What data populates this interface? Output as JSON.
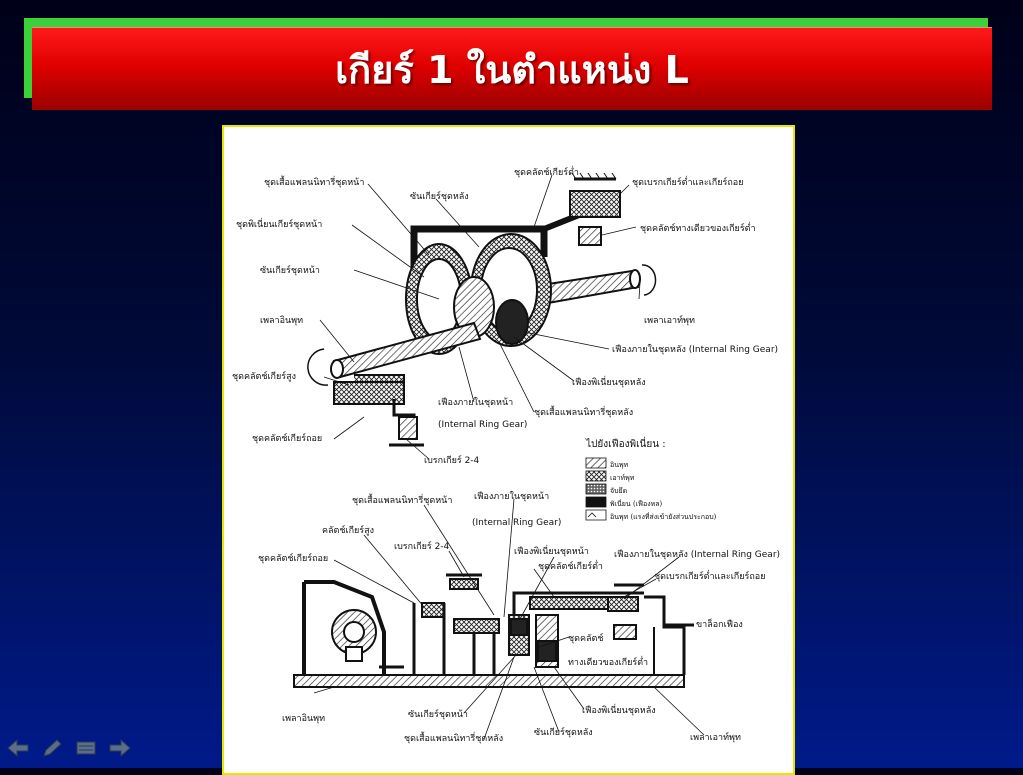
{
  "slide": {
    "title": "เกียร์ 1 ในตำแหน่ง L"
  },
  "diagram_top": {
    "labels": {
      "front_planetary_carrier": "ชุดเสื้อแพลนนิทารี่ชุดหน้า",
      "low_clutch": "ชุดคลัตช์เกียร์ต่ำ",
      "rear_sun_gear": "ซันเกียร์ชุดหลัง",
      "low_reverse_brake": "ชุดเบรกเกียร์ต่ำและเกียร์ถอย",
      "front_pinion": "ชุดพิเนี่ยนเกียร์ชุดหน้า",
      "one_way_clutch": "ชุดคลัตช์ทางเดียวของเกียร์ต่ำ",
      "front_sun_gear": "ซันเกียร์ชุดหน้า",
      "input_shaft": "เพลาอินพุท",
      "output_shaft": "เพลาเอาท์พุท",
      "rear_internal_gear": "เฟืองภายในชุดหลัง (Internal Ring Gear)",
      "high_clutch": "ชุดคลัตช์เกียร์สูง",
      "rear_pinion": "เฟืองพิเนี่ยนชุดหลัง",
      "front_internal_gear": "เฟืองภายในชุดหน้า",
      "front_internal_gear_en": "(Internal Ring Gear)",
      "rear_planetary_carrier": "ชุดเสื้อแพลนนิทารี่ชุดหลัง",
      "reverse_clutch": "ชุดคลัตช์เกียร์ถอย",
      "brake_2_4": "เบรกเกียร์ 2-4"
    },
    "legend": {
      "title": "ไปยังเฟืองพิเนี่ยน :",
      "items": [
        {
          "label": "อินพุท",
          "pattern": "hatch"
        },
        {
          "label": "เอาท์พุท",
          "pattern": "cross"
        },
        {
          "label": "จับยึด",
          "pattern": "dense"
        },
        {
          "label": "พิเนี่ยน (เฟืองหล)",
          "pattern": "black"
        },
        {
          "label": "อินพุท (แรงที่ส่งเข้ายังส่วนประกอบ)",
          "pattern": "outline"
        }
      ]
    }
  },
  "diagram_bottom": {
    "labels": {
      "front_planetary_carrier": "ชุดเสื้อแพลนนิทารี่ชุดหน้า",
      "front_internal_gear": "เฟืองภายในชุดหน้า",
      "front_internal_gear_en": "(Internal Ring Gear)",
      "high_clutch": "คลัตช์เกียร์สูง",
      "brake_2_4": "เบรกเกียร์ 2-4",
      "front_pinion": "เฟืองพิเนี่ยนชุดหน้า",
      "rear_internal_gear": "เฟืองภายในชุดหลัง (Internal Ring Gear)",
      "reverse_clutch": "ชุดคลัตช์เกียร์ถอย",
      "low_clutch": "ชุดคลัตช์เกียร์ต่ำ",
      "low_reverse_brake": "ชุดเบรกเกียร์ต่ำและเกียร์ถอย",
      "parking_pawl": "ขาล็อกเฟือง",
      "one_way_clutch_a": "ชุดคลัตช์",
      "one_way_clutch_b": "ทางเดียวของเกียร์ต่ำ",
      "input_shaft": "เพลาอินพุท",
      "front_sun_gear": "ซันเกียร์ชุดหน้า",
      "rear_pinion": "เฟืองพิเนี่ยนชุดหลัง",
      "output_shaft": "เพลาเอาท์พุท",
      "rear_planetary_carrier": "ชุดเสื้อแพลนนิทารี่ชุดหลัง",
      "rear_sun_gear": "ซันเกียร์ชุดหลัง"
    }
  },
  "nav_icons": [
    "arrow-left-icon",
    "pen-icon",
    "menu-icon",
    "arrow-right-icon"
  ]
}
